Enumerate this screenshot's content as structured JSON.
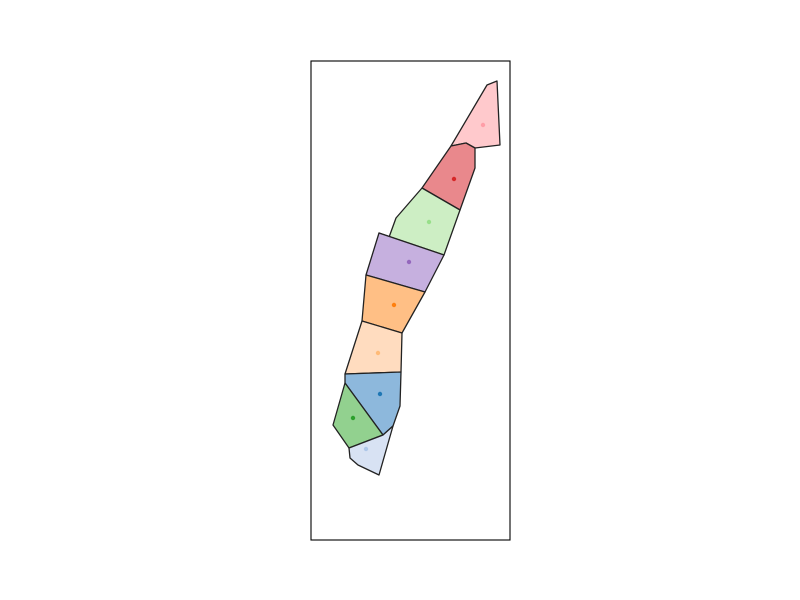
{
  "figure": {
    "type": "partitioned-strip-map",
    "axes_frame": true,
    "regions": [
      {
        "id": "r1",
        "fill": "#ffc9cc",
        "point_color": "#ff9da7"
      },
      {
        "id": "r2",
        "fill": "#e9888c",
        "point_color": "#d62728"
      },
      {
        "id": "r3",
        "fill": "#cdeec4",
        "point_color": "#98df8a"
      },
      {
        "id": "r4",
        "fill": "#c6b0df",
        "point_color": "#9467bd"
      },
      {
        "id": "r5",
        "fill": "#ffbf85",
        "point_color": "#ff7f0e"
      },
      {
        "id": "r6",
        "fill": "#ffdcbf",
        "point_color": "#ffbb78"
      },
      {
        "id": "r7",
        "fill": "#8db8dc",
        "point_color": "#1f77b4"
      },
      {
        "id": "r8",
        "fill": "#92d18f",
        "point_color": "#2ca02c"
      },
      {
        "id": "r9",
        "fill": "#d8e2f3",
        "point_color": "#aec7e8"
      }
    ]
  }
}
